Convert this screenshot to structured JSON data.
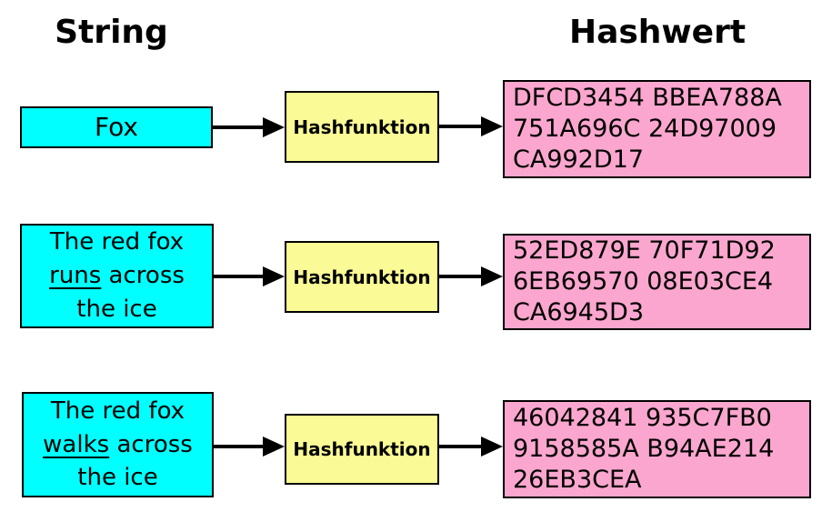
{
  "diagram": {
    "title_left": "String",
    "title_right": "Hashwert",
    "function_label": "Hashfunktion",
    "rows": [
      {
        "input_lines": [
          "Fox"
        ],
        "hash_lines": [
          "DFCD3454 BBEA788A",
          "751A696C 24D97009",
          "CA992D17"
        ]
      },
      {
        "input_lines": [
          "The red fox",
          [
            {
              "t": "runs",
              "u": true
            },
            {
              "t": " across",
              "u": false
            }
          ],
          "the ice"
        ],
        "hash_lines": [
          "52ED879E 70F71D92",
          "6EB69570 08E03CE4",
          "CA6945D3"
        ]
      },
      {
        "input_lines": [
          "The red fox",
          [
            {
              "t": "walks",
              "u": true
            },
            {
              "t": " across",
              "u": false
            }
          ],
          "the ice"
        ],
        "hash_lines": [
          "46042841 935C7FB0",
          "9158585A B94AE214",
          "26EB3CEA"
        ]
      }
    ],
    "colors": {
      "background": "#ffffff",
      "text": "#000000",
      "border": "#000000",
      "arrow": "#000000",
      "input_box": "#00ffff",
      "function_box": "#fafa96",
      "hash_box": "#fba6ce"
    }
  }
}
